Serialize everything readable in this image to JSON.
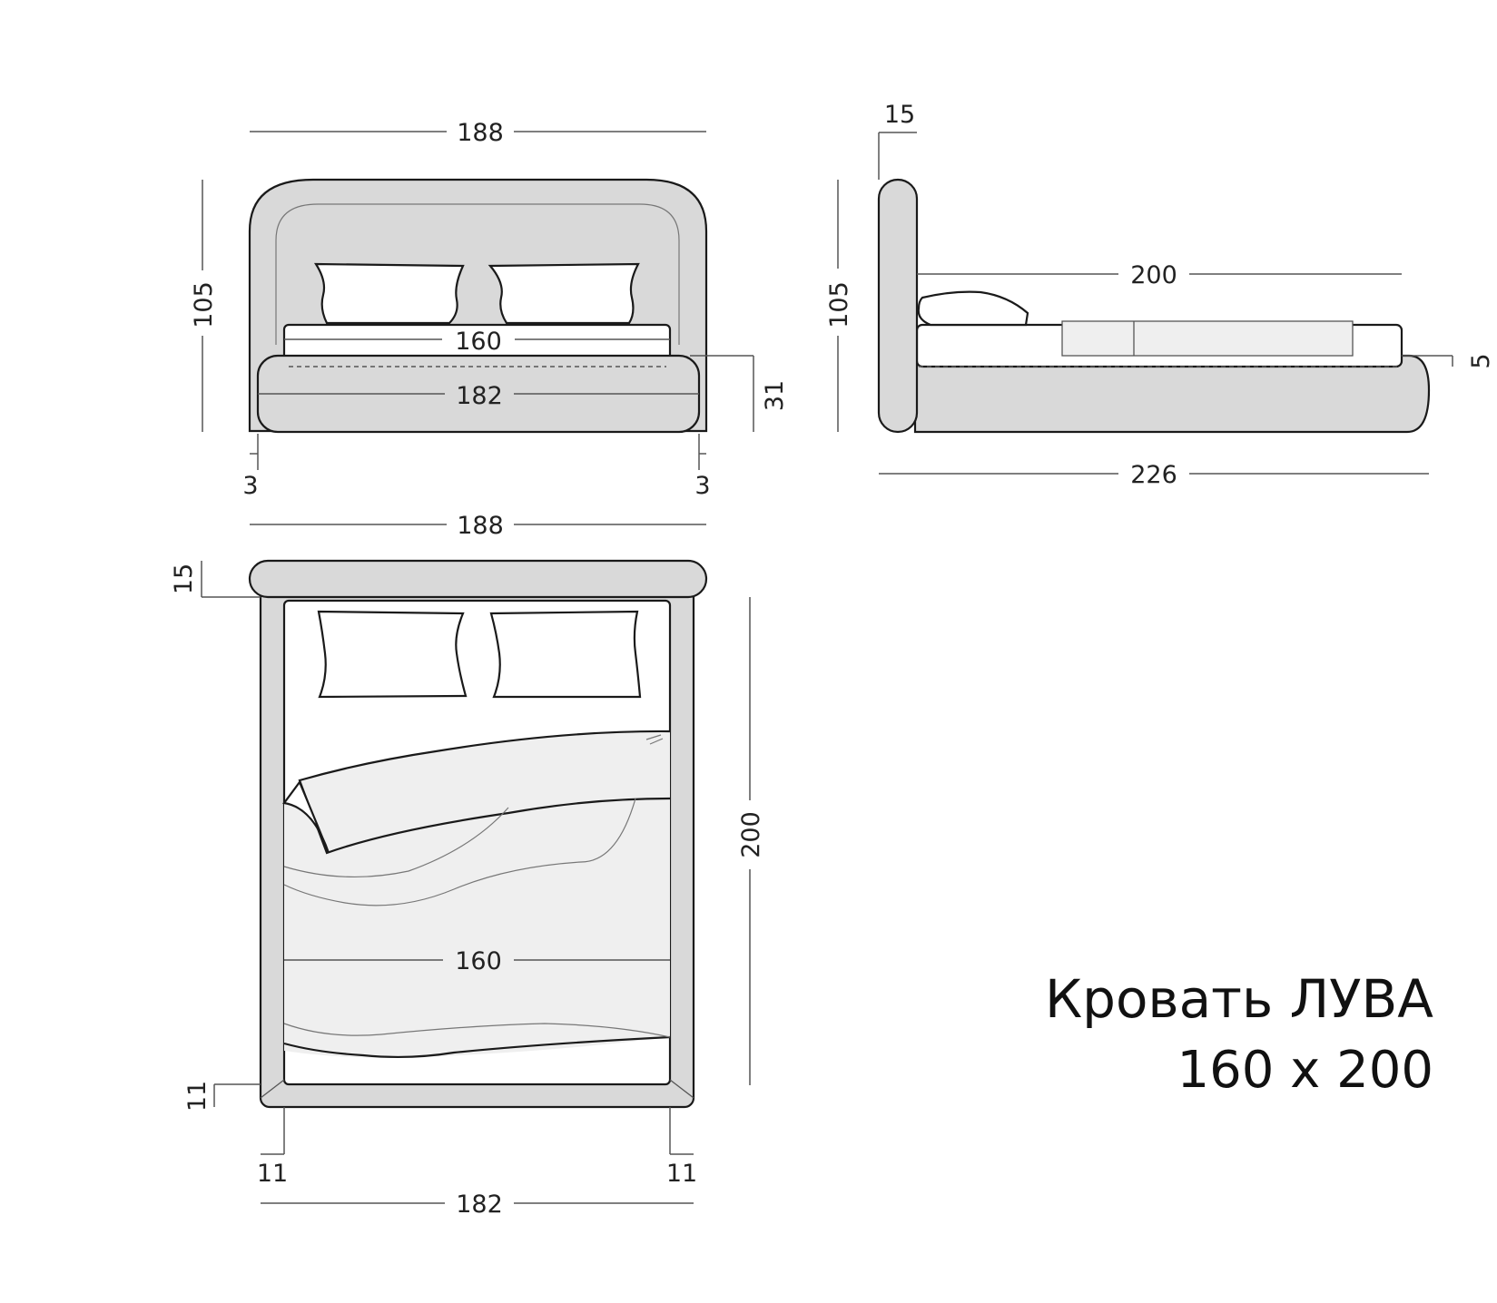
{
  "product": {
    "name": "Кровать ЛУВА",
    "size": "160 x 200"
  },
  "colors": {
    "upholstery": "#d9d9d9",
    "bedding": "#efefef",
    "line": "#1a1a1a",
    "dimension_line": "#555555"
  },
  "front_view": {
    "overall_width": "188",
    "height": "105",
    "mattress_width": "160",
    "base_width": "182",
    "base_height": "31",
    "inset_left": "3",
    "inset_right": "3"
  },
  "side_view": {
    "headboard_thickness": "15",
    "height": "105",
    "mattress_length": "200",
    "overall_length": "226",
    "mattress_inset": "5"
  },
  "top_view": {
    "headboard_width": "188",
    "headboard_depth": "15",
    "length": "200",
    "mattress_width": "160",
    "frame_width": "182",
    "side_left": "11",
    "side_bottom_left": "11",
    "side_bottom_right": "11"
  }
}
